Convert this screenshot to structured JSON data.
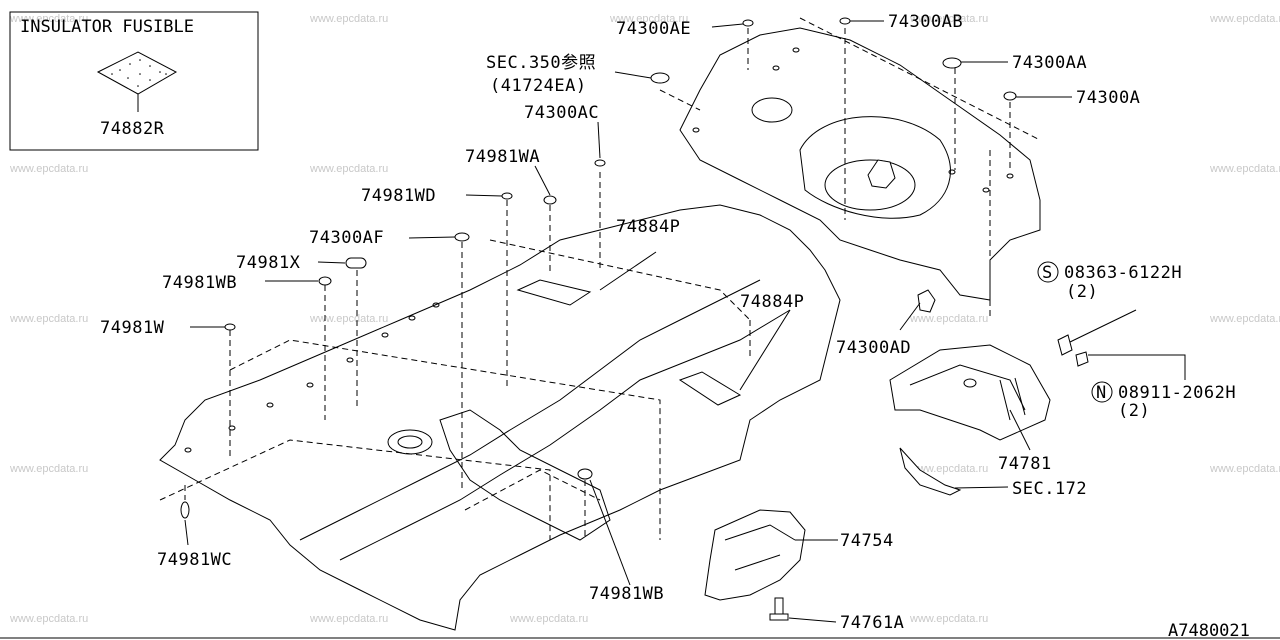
{
  "inset": {
    "title": "INSULATOR FUSIBLE",
    "part": "74882R"
  },
  "watermark": "www.epcdata.ru",
  "labels": [
    {
      "id": "74300AE",
      "text": "74300AE"
    },
    {
      "id": "74300AB",
      "text": "74300AB"
    },
    {
      "id": "sec350",
      "text": "SEC.350参照"
    },
    {
      "id": "sec350ref",
      "text": "(41724EA)"
    },
    {
      "id": "74300AA",
      "text": "74300AA"
    },
    {
      "id": "74300A",
      "text": "74300A"
    },
    {
      "id": "74300AC",
      "text": "74300AC"
    },
    {
      "id": "74981WA",
      "text": "74981WA"
    },
    {
      "id": "74981WD",
      "text": "74981WD"
    },
    {
      "id": "74884P-1",
      "text": "74884P"
    },
    {
      "id": "74300AF",
      "text": "74300AF"
    },
    {
      "id": "74981X",
      "text": "74981X"
    },
    {
      "id": "74981WB-1",
      "text": "74981WB"
    },
    {
      "id": "74884P-2",
      "text": "74884P"
    },
    {
      "id": "08363",
      "text": "08363-6122H"
    },
    {
      "id": "08363qty",
      "text": "(2)"
    },
    {
      "id": "74981W",
      "text": "74981W"
    },
    {
      "id": "74300AD",
      "text": "74300AD"
    },
    {
      "id": "08911",
      "text": "08911-2062H"
    },
    {
      "id": "08911qty",
      "text": "(2)"
    },
    {
      "id": "74781",
      "text": "74781"
    },
    {
      "id": "sec172",
      "text": "SEC.172"
    },
    {
      "id": "74754",
      "text": "74754"
    },
    {
      "id": "74981WC",
      "text": "74981WC"
    },
    {
      "id": "74981WB-2",
      "text": "74981WB"
    },
    {
      "id": "74761A",
      "text": "74761A"
    }
  ],
  "symbols": {
    "s": "S",
    "n": "N"
  },
  "sheet_id": "A7480021"
}
